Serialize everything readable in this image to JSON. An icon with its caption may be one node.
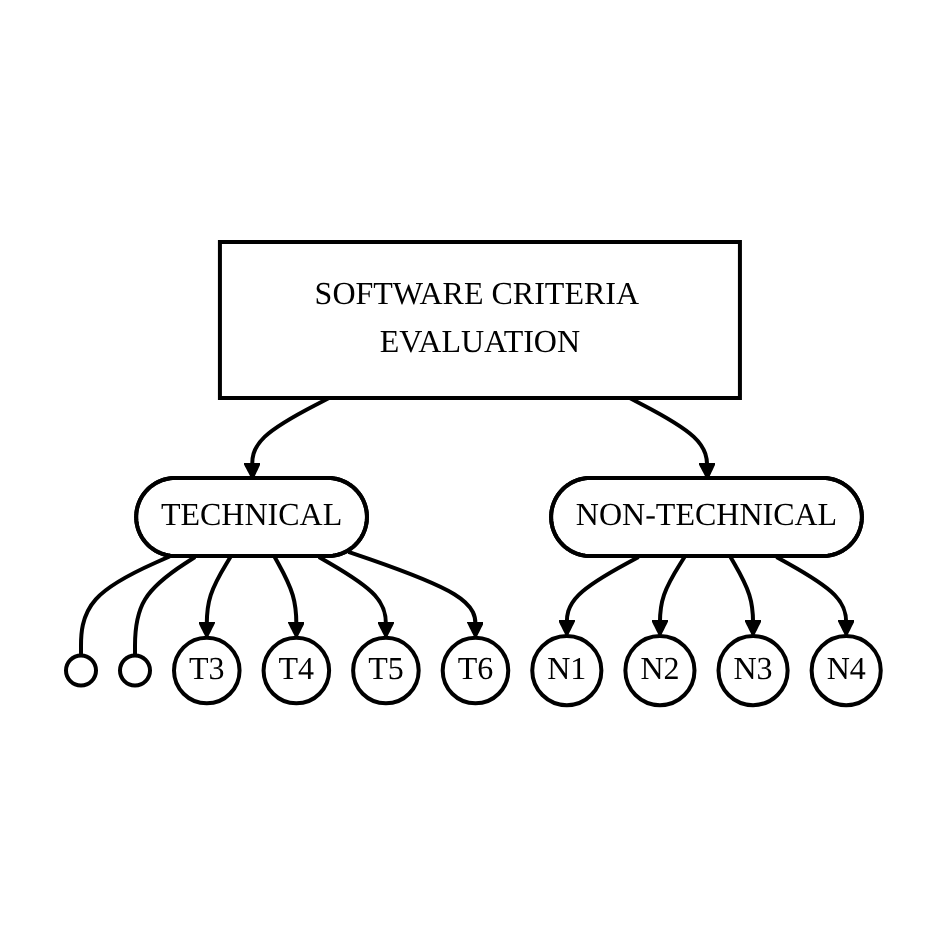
{
  "diagram": {
    "nodes": [
      {
        "text": [
          "SOFTWARE CRITERIA EVALUATION"
        ]
      },
      {
        "text": [
          "TECHNICAL"
        ]
      },
      {
        "text": [
          "NON-TECHNICAL"
        ]
      },
      {
        "text": [],
        "shape": "circle"
      },
      {
        "text": [],
        "shape": "circle"
      },
      {
        "text": [
          "T3"
        ]
      },
      {
        "text": [
          "T4"
        ]
      },
      {
        "text": [
          "T5"
        ]
      },
      {
        "text": [
          "T6"
        ]
      },
      {
        "text": [
          "N1"
        ]
      },
      {
        "text": [
          "N2"
        ]
      },
      {
        "text": [
          "N3"
        ]
      },
      {
        "text": [
          "N4"
        ]
      }
    ],
    "edges": [
      {
        "from": 0,
        "to": 1,
        "arrow": "to"
      },
      {
        "from": 0,
        "to": 2,
        "arrow": "to"
      },
      {
        "from": 1,
        "to": 3,
        "arrow": "none"
      },
      {
        "from": 1,
        "to": 4,
        "arrow": "none"
      },
      {
        "from": 1,
        "to": 5,
        "arrow": "to"
      },
      {
        "from": 1,
        "to": 6,
        "arrow": "to"
      },
      {
        "from": 1,
        "to": 7,
        "arrow": "to"
      },
      {
        "from": 1,
        "to": 8,
        "arrow": "to"
      },
      {
        "from": 2,
        "to": 9,
        "arrow": "to"
      },
      {
        "from": 2,
        "to": 10,
        "arrow": "to"
      },
      {
        "from": 2,
        "to": 11,
        "arrow": "to"
      },
      {
        "from": 2,
        "to": 12,
        "arrow": "to"
      }
    ]
  }
}
